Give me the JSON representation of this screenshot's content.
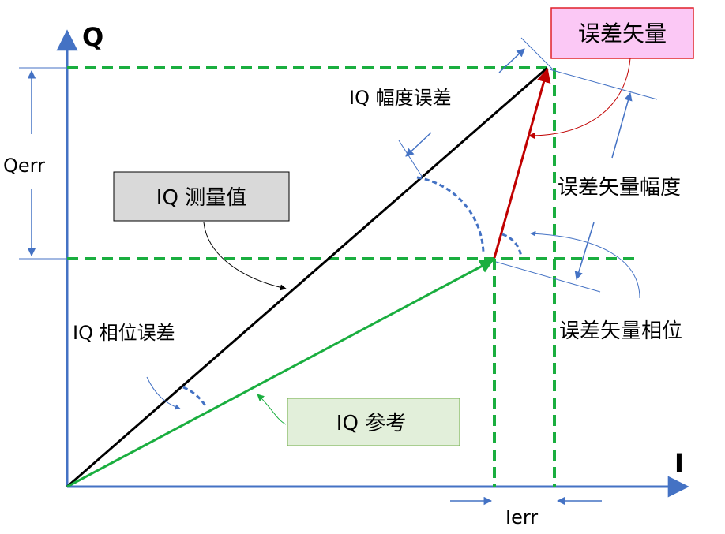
{
  "axes": {
    "q_label": "Q",
    "i_label": "I"
  },
  "labels": {
    "qerr": "Qerr",
    "ierr": "Ierr",
    "iq_magnitude_error": "IQ 幅度误差",
    "error_vector_magnitude": "误差矢量幅度",
    "error_vector_phase": "误差矢量相位",
    "iq_phase_error": "IQ 相位误差"
  },
  "boxes": {
    "error_vector": "误差矢量",
    "iq_measured": "IQ 测量值",
    "iq_reference": "IQ 参考"
  },
  "colors": {
    "axis": "#4472c4",
    "measured_vector": "#000000",
    "reference_vector": "#1aae3f",
    "error_vector": "#c00000",
    "projection_dashes": "#1aae3f",
    "annotation": "#4472c4",
    "error_box_fill": "#fbc8f5",
    "error_box_border": "#e0202a",
    "measured_box_fill": "#d9d9d9",
    "reference_box_fill": "#e2efda",
    "reference_box_border": "#70ad47"
  }
}
